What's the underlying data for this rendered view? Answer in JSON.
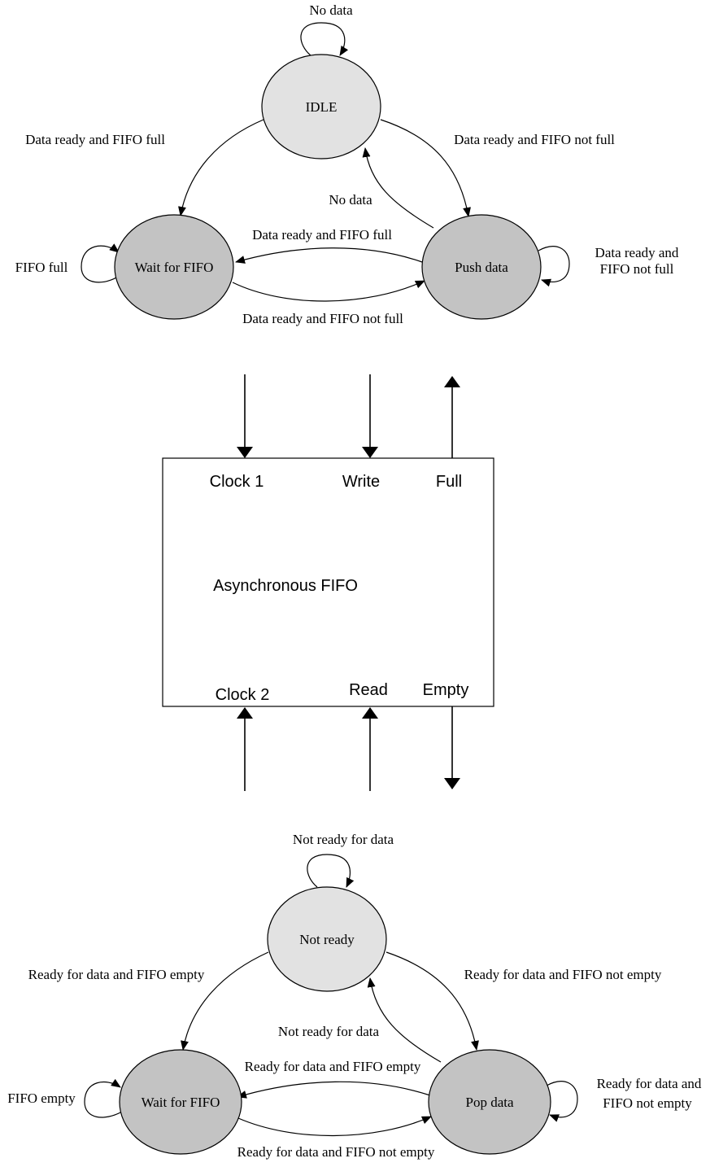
{
  "write_fsm": {
    "states": {
      "idle": "IDLE",
      "wait": "Wait for FIFO",
      "push": "Push data"
    },
    "edges": {
      "idle_self": "No data",
      "idle_to_wait": "Data ready and FIFO full",
      "idle_to_push": "Data ready and FIFO not full",
      "push_to_idle": "No data",
      "push_to_wait": "Data ready and FIFO full",
      "wait_to_push": "Data ready and FIFO not full",
      "wait_self": "FIFO full",
      "push_self_line1": "Data ready and",
      "push_self_line2": "FIFO not full"
    }
  },
  "fifo": {
    "title": "Asynchronous FIFO",
    "top_ports": {
      "clock": "Clock 1",
      "write": "Write",
      "full": "Full"
    },
    "bottom_ports": {
      "clock": "Clock 2",
      "read": "Read",
      "empty": "Empty"
    }
  },
  "read_fsm": {
    "states": {
      "not_ready": "Not ready",
      "wait": "Wait for FIFO",
      "pop": "Pop data"
    },
    "edges": {
      "not_ready_self": "Not ready for data",
      "not_ready_to_wait": "Ready for data and FIFO empty",
      "not_ready_to_pop": "Ready for data and FIFO not empty",
      "pop_to_not_ready": "Not ready for data",
      "pop_to_wait": "Ready for data and FIFO empty",
      "wait_to_pop": "Ready for data and FIFO not empty",
      "wait_self": "FIFO empty",
      "pop_self_line1": "Ready for data and",
      "pop_self_line2": "FIFO not empty"
    }
  }
}
